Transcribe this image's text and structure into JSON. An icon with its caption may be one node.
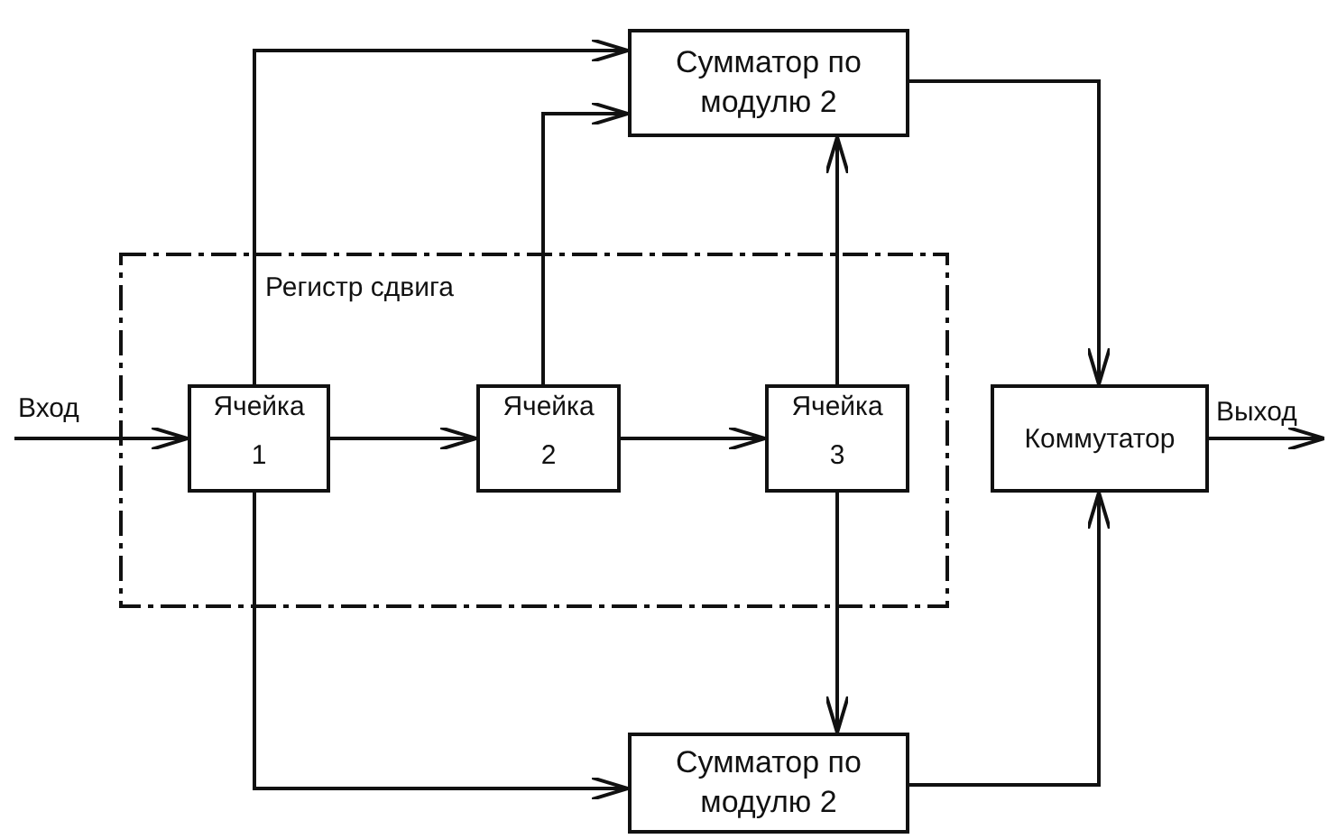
{
  "diagram": {
    "nodes": [
      {
        "text": [
          "Регистр сдвига"
        ]
      },
      {
        "text": [
          "Ячейка 1"
        ],
        "in": 0
      },
      {
        "text": [
          "Ячейка 2"
        ],
        "in": 0
      },
      {
        "text": [
          "Ячейка 3"
        ],
        "in": 0
      },
      {
        "text": [
          "Сумматор по модулю 2"
        ]
      },
      {
        "text": [
          "Сумматор по модулю 2"
        ]
      },
      {
        "text": [
          "Коммутатор"
        ]
      }
    ],
    "edges": [
      {
        "from": null,
        "to": 1,
        "arrow": "to",
        "label": "Вход"
      },
      {
        "from": 1,
        "to": 2,
        "arrow": "to"
      },
      {
        "from": 2,
        "to": 3,
        "arrow": "to"
      },
      {
        "from": 1,
        "to": 4,
        "arrow": "to"
      },
      {
        "from": 2,
        "to": 4,
        "arrow": "to"
      },
      {
        "from": 3,
        "to": 4,
        "arrow": "to"
      },
      {
        "from": 1,
        "to": 5,
        "arrow": "to"
      },
      {
        "from": 3,
        "to": 5,
        "arrow": "to"
      },
      {
        "from": 4,
        "to": 6,
        "arrow": "to"
      },
      {
        "from": 5,
        "to": 6,
        "arrow": "to"
      },
      {
        "from": 6,
        "to": null,
        "arrow": "to",
        "label": "Выход"
      }
    ]
  }
}
